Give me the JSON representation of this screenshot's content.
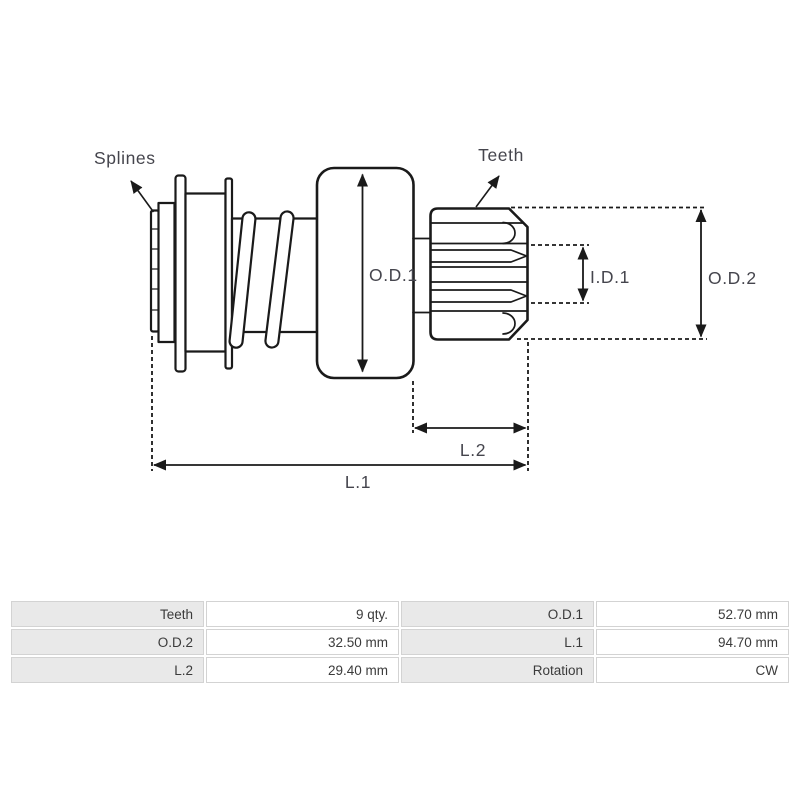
{
  "colors": {
    "line": "#1a1a1a",
    "label_text": "#45454d",
    "table_label_bg": "#e9e9e9",
    "table_border": "#d3d3d3",
    "table_text": "#3b3b3b",
    "background": "#ffffff"
  },
  "diagram": {
    "labels": {
      "splines": "Splines",
      "teeth": "Teeth",
      "od1": "O.D.1",
      "id1": "I.D.1",
      "od2": "O.D.2",
      "l1": "L.1",
      "l2": "L.2"
    }
  },
  "table": {
    "rows": [
      {
        "c0": "Teeth",
        "c1": "9 qty.",
        "c2": "O.D.1",
        "c3": "52.70 mm"
      },
      {
        "c0": "O.D.2",
        "c1": "32.50 mm",
        "c2": "L.1",
        "c3": "94.70 mm"
      },
      {
        "c0": "L.2",
        "c1": "29.40 mm",
        "c2": "Rotation",
        "c3": "CW"
      }
    ]
  }
}
